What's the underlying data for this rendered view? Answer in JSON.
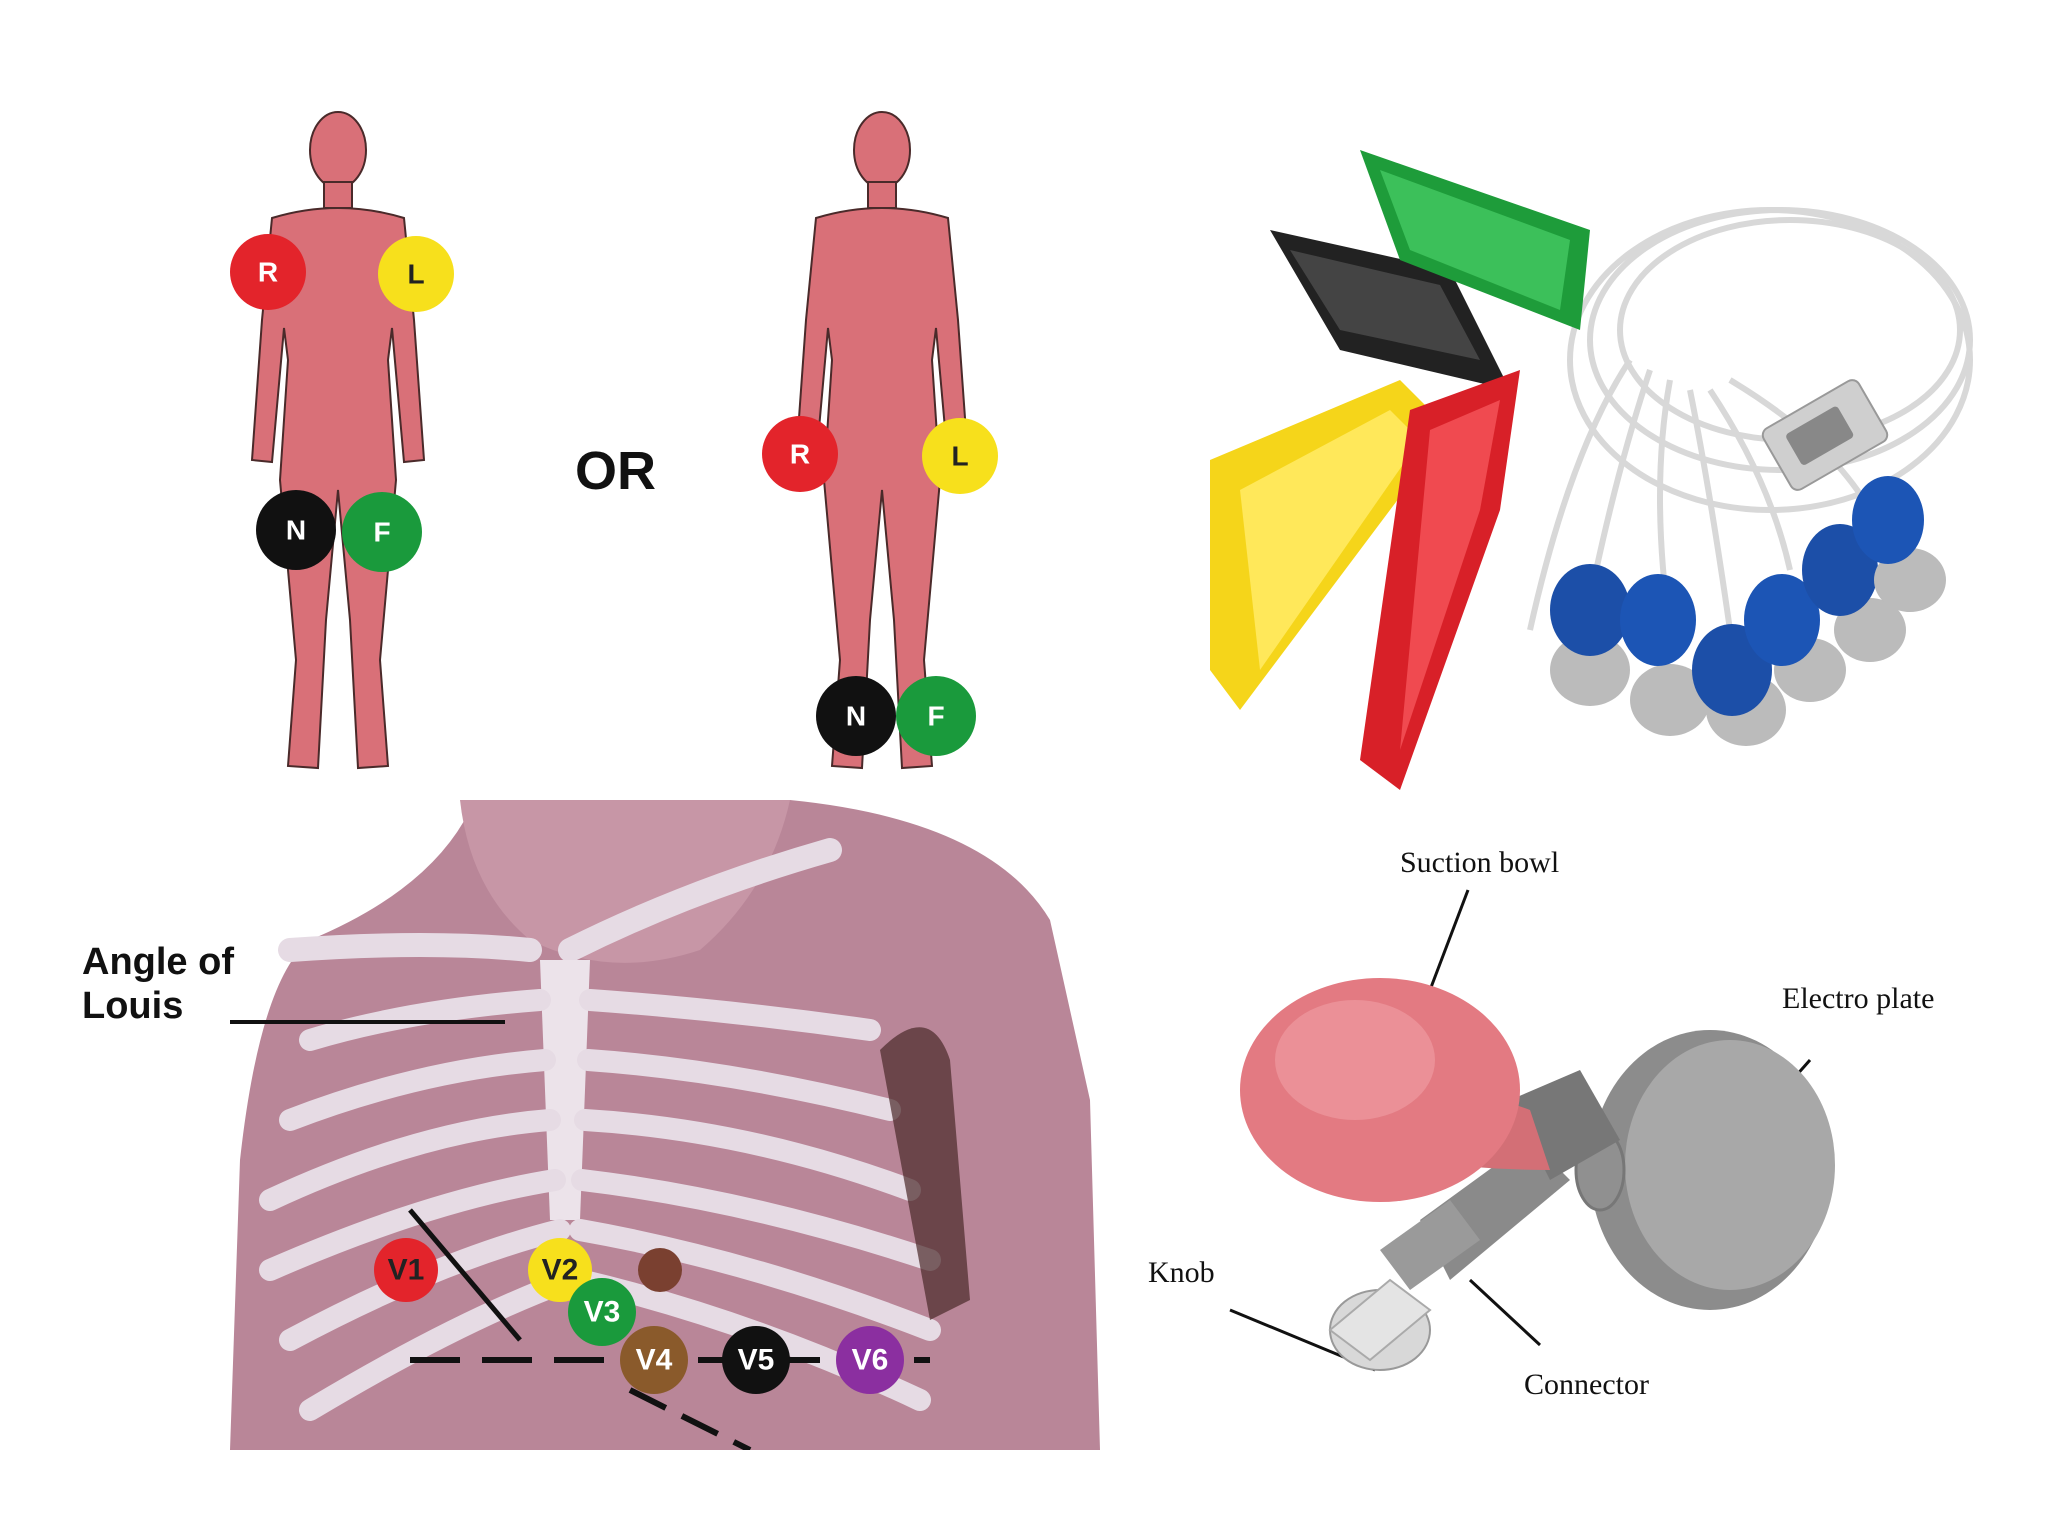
{
  "limb_diagram": {
    "or_label": "OR",
    "electrodes": [
      "R",
      "L",
      "N",
      "F"
    ],
    "colors": {
      "R": "#e3242b",
      "L": "#f7e01c",
      "N": "#111111",
      "F": "#1a9a3c",
      "skin": "#d97078"
    }
  },
  "chest_diagram": {
    "angle_label_line1": "Angle of",
    "angle_label_line2": "Louis",
    "electrodes": [
      "V1",
      "V2",
      "V3",
      "V4",
      "V5",
      "V6"
    ],
    "colors": {
      "V1": "#e3242b",
      "V2": "#f7e01c",
      "V3": "#1a9a3c",
      "V4": "#8a5a2b",
      "V5": "#111111",
      "V6": "#8b2fa0"
    }
  },
  "electrode_diagram": {
    "suction_bowl": "Suction bowl",
    "electro_plate": "Electro plate",
    "knob": "Knob",
    "connector": "Connector"
  }
}
